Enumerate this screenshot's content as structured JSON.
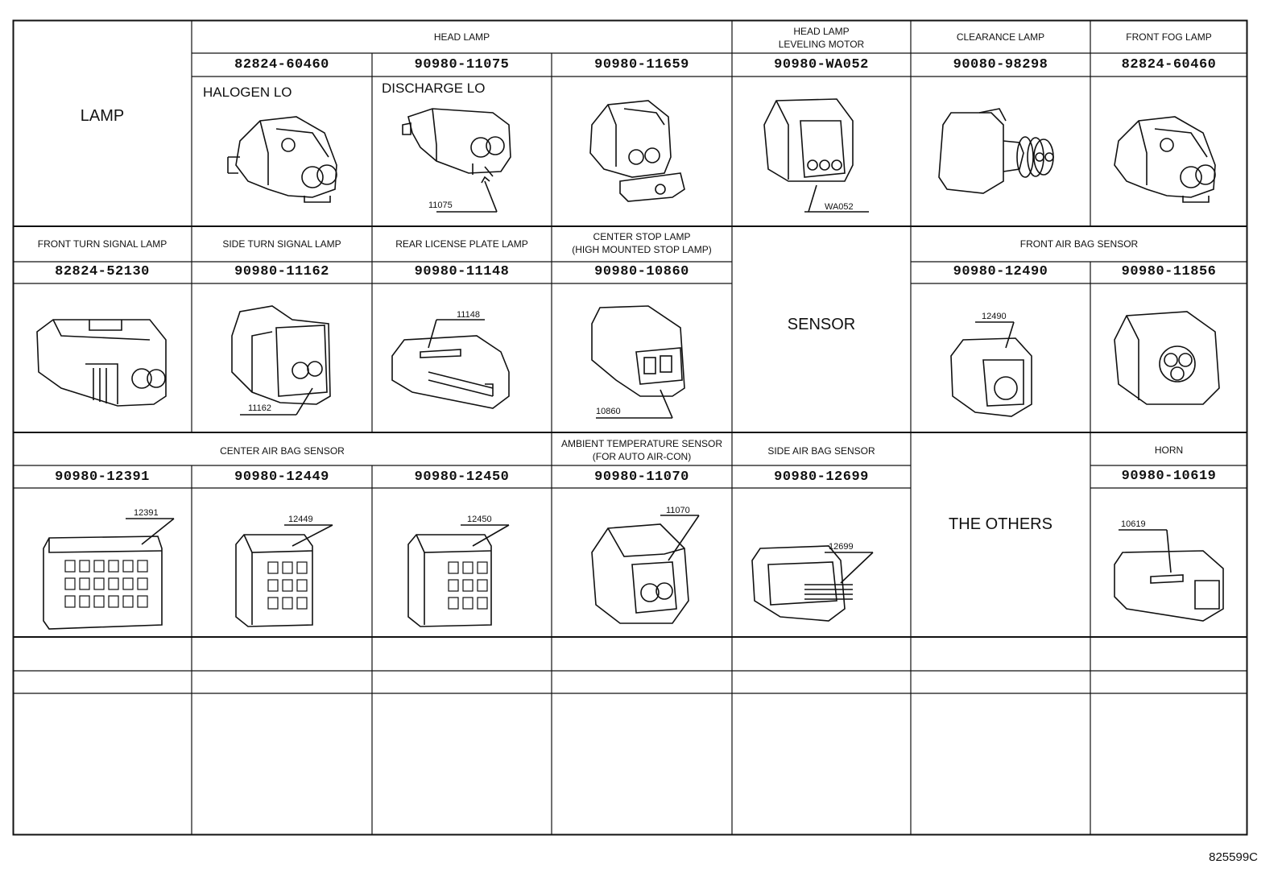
{
  "drawing_id": "825599C",
  "lamp_section": {
    "label": "LAMP",
    "head_lamp": "HEAD LAMP",
    "head_lamp_leveling_motor": "HEAD LAMP\nLEVELING MOTOR",
    "clearance_lamp": "CLEARANCE LAMP",
    "front_fog_lamp": "FRONT FOG LAMP",
    "parts": [
      "82824-60460",
      "90980-11075",
      "90980-11659",
      "90980-WA052",
      "90080-98298",
      "82824-60460"
    ],
    "sublabels": {
      "halogen": "HALOGEN LO",
      "discharge": "DISCHARGE LO"
    },
    "callouts": {
      "discharge": "11075",
      "leveling": "WA052"
    }
  },
  "row2": {
    "front_turn_signal_lamp": "FRONT TURN SIGNAL LAMP",
    "side_turn_signal_lamp": "SIDE TURN SIGNAL LAMP",
    "rear_license_plate_lamp": "REAR LICENSE PLATE LAMP",
    "center_stop_lamp": "CENTER STOP LAMP\n(HIGH MOUNTED STOP LAMP)",
    "sensor": "SENSOR",
    "front_air_bag_sensor": "FRONT AIR BAG SENSOR",
    "parts": [
      "82824-52130",
      "90980-11162",
      "90980-11148",
      "90980-10860",
      "90980-12490",
      "90980-11856"
    ],
    "callouts": {
      "side_turn": "11162",
      "rear_license": "11148",
      "center_stop": "10860",
      "front_airbag": "12490"
    }
  },
  "row3": {
    "center_air_bag_sensor": "CENTER AIR BAG SENSOR",
    "ambient_temperature_sensor": "AMBIENT TEMPERATURE SENSOR\n(FOR AUTO AIR-CON)",
    "side_air_bag_sensor": "SIDE AIR BAG SENSOR",
    "the_others": "THE OTHERS",
    "horn": "HORN",
    "parts": [
      "90980-12391",
      "90980-12449",
      "90980-12450",
      "90980-11070",
      "90980-12699",
      "90980-10619"
    ],
    "callouts": {
      "c1": "12391",
      "c2": "12449",
      "c3": "12450",
      "ambient": "11070",
      "side_airbag": "12699",
      "horn": "10619"
    }
  }
}
